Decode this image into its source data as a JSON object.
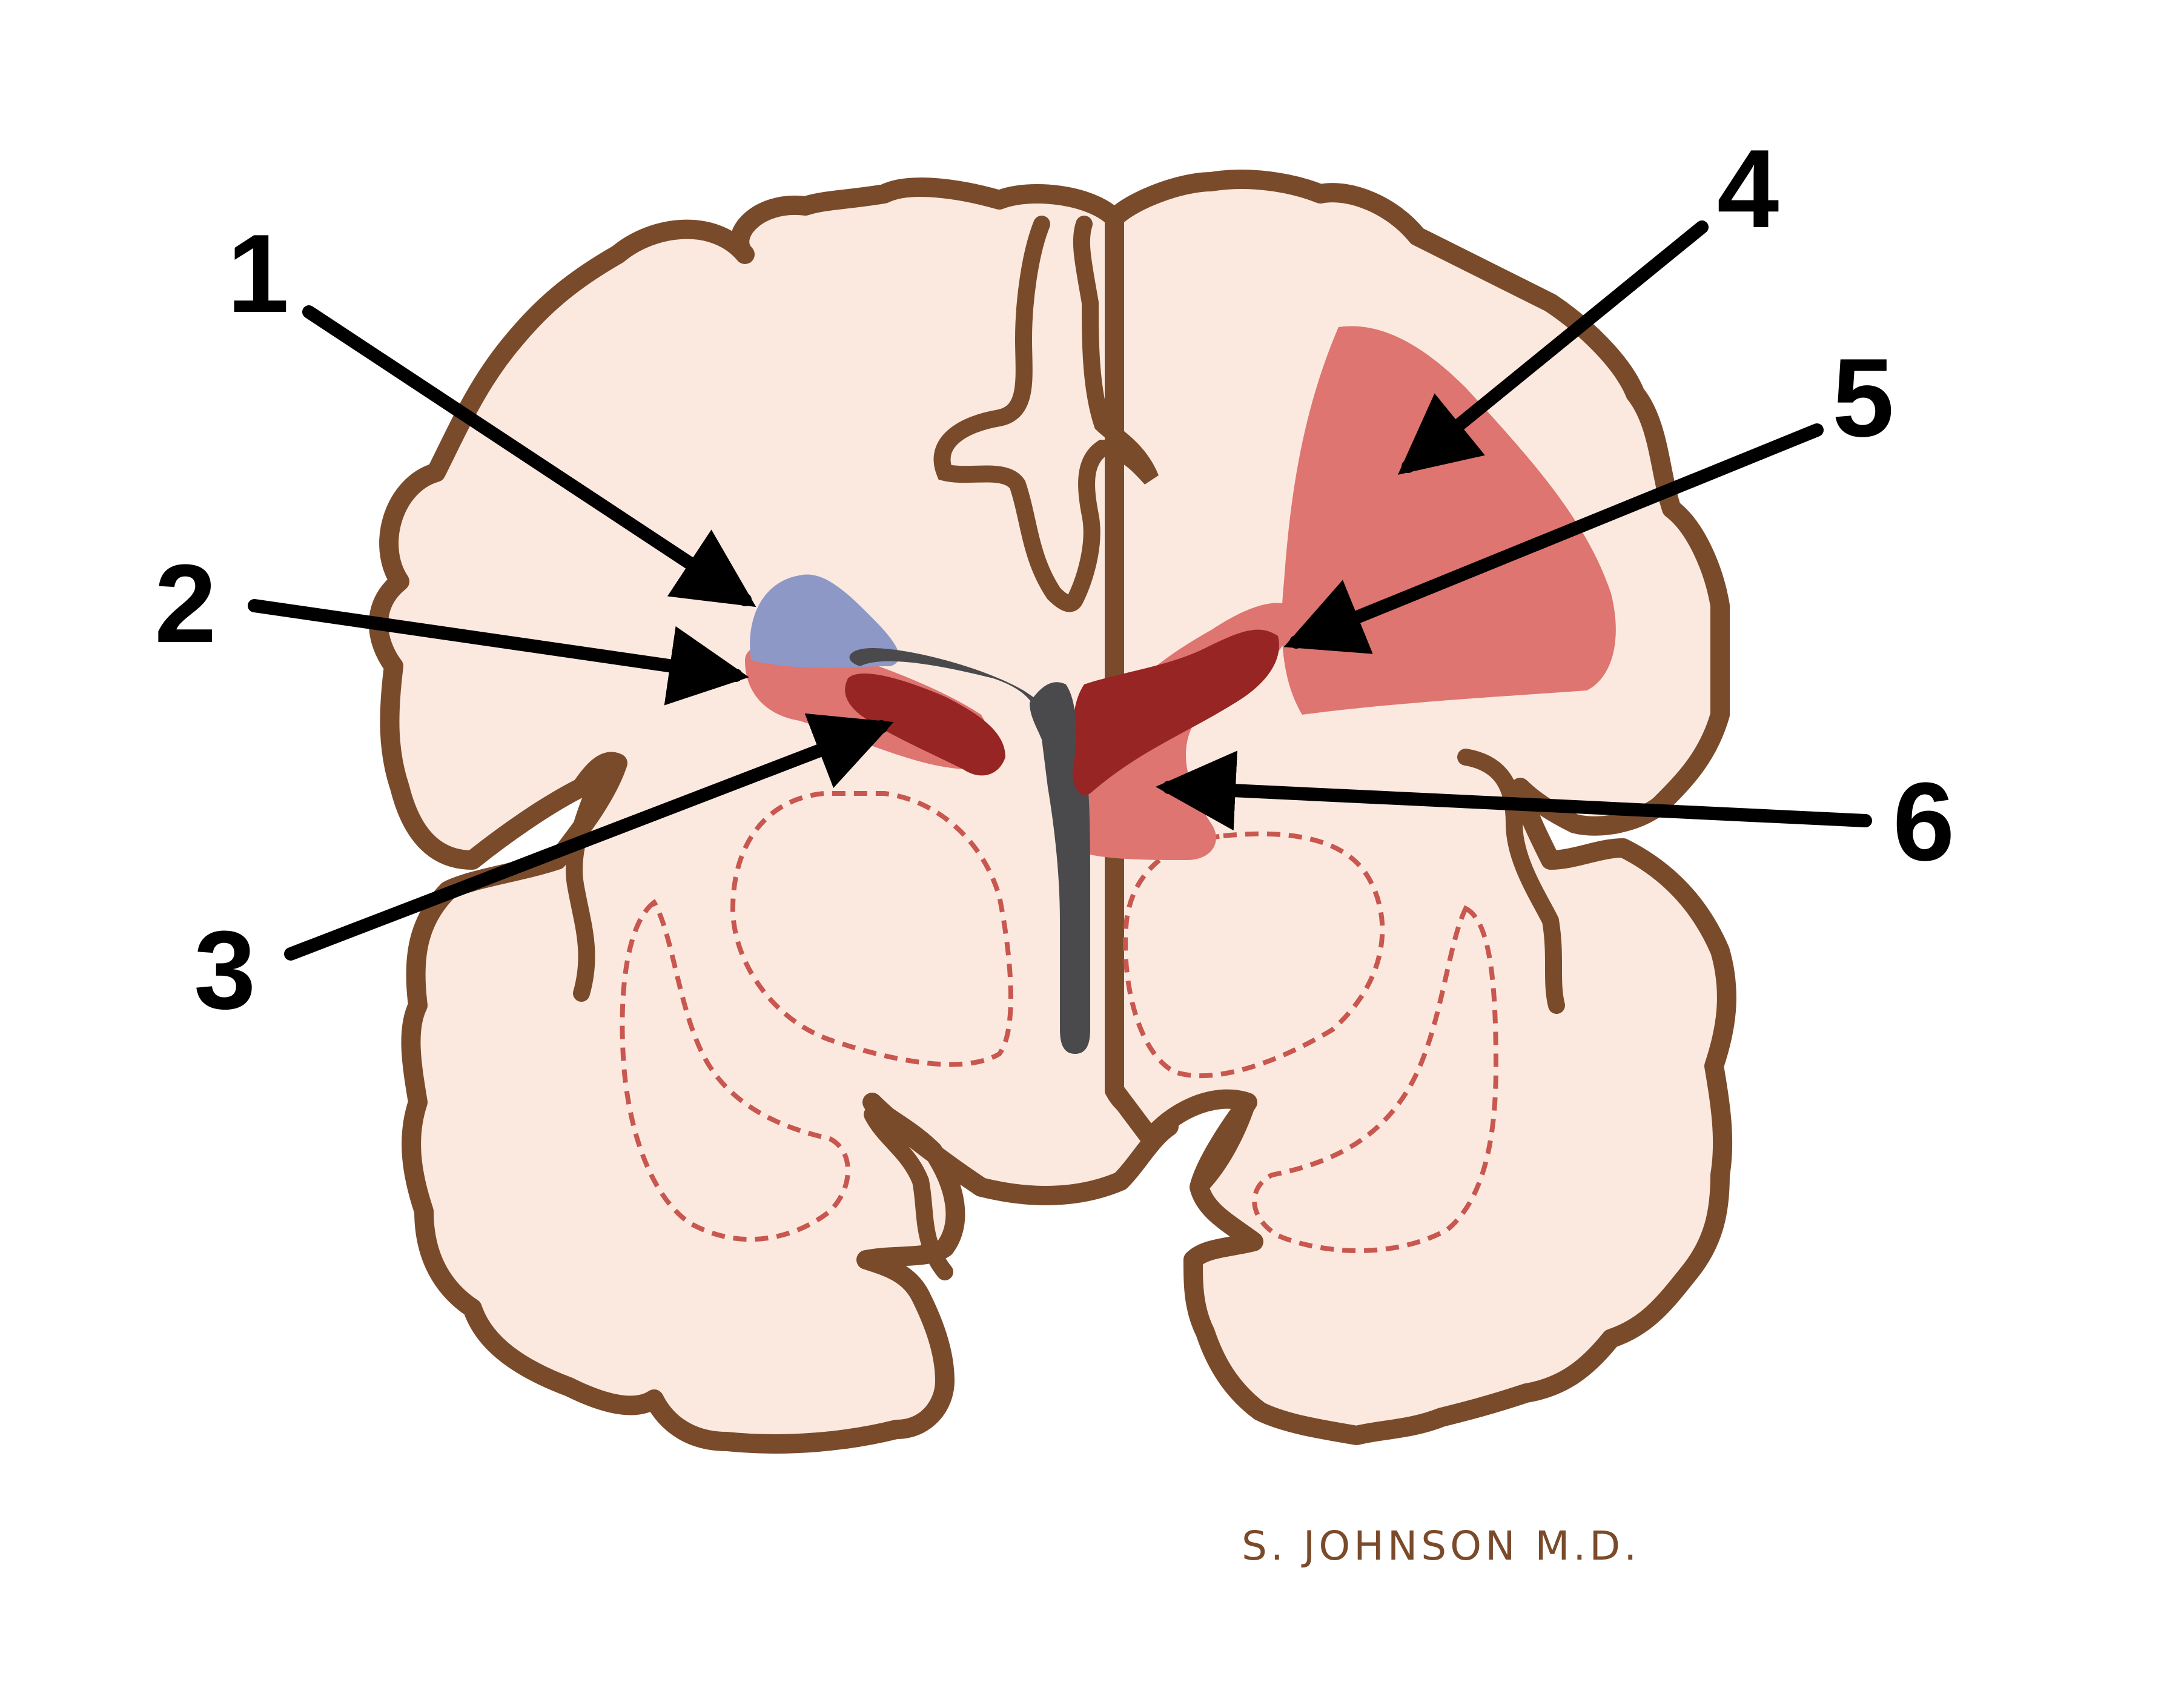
{
  "diagram": {
    "labels": [
      {
        "id": "1",
        "text": "1"
      },
      {
        "id": "2",
        "text": "2"
      },
      {
        "id": "3",
        "text": "3"
      },
      {
        "id": "4",
        "text": "4"
      },
      {
        "id": "5",
        "text": "5"
      },
      {
        "id": "6",
        "text": "6"
      }
    ],
    "signature": "S. JOHNSON M.D."
  },
  "colors": {
    "outline": "#7a4b2b",
    "tissue": "#fbe9df",
    "ventricle": "#4a4a4d",
    "hemorrhage_light": "#de7570",
    "hemorrhage_dark": "#962524",
    "blue_region": "#8e98c6",
    "dashed": "#c8574f",
    "arrow": "#000000"
  }
}
